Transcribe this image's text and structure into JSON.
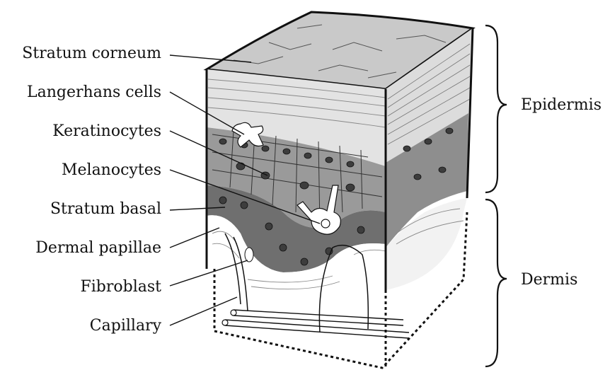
{
  "labels": {
    "stratum_corneum": "Stratum corneum",
    "langerhans_cells": "Langerhans cells",
    "keratinocytes": "Keratinocytes",
    "melanocytes": "Melanocytes",
    "stratum_basal": "Stratum basal",
    "dermal_papillae": "Dermal papillae",
    "fibroblast": "Fibroblast",
    "capillary": "Capillary"
  },
  "regions": {
    "epidermis": "Epidermis",
    "dermis": "Dermis"
  },
  "colors": {
    "outline": "#111111",
    "corneum_top": "#c9c9c9",
    "upper_layer": "#e3e3e3",
    "spinous_layer": "#9a9a9a",
    "basal_layer": "#7d7d7d",
    "nucleus": "#3d3d3d",
    "dermis": "#ffffff"
  }
}
